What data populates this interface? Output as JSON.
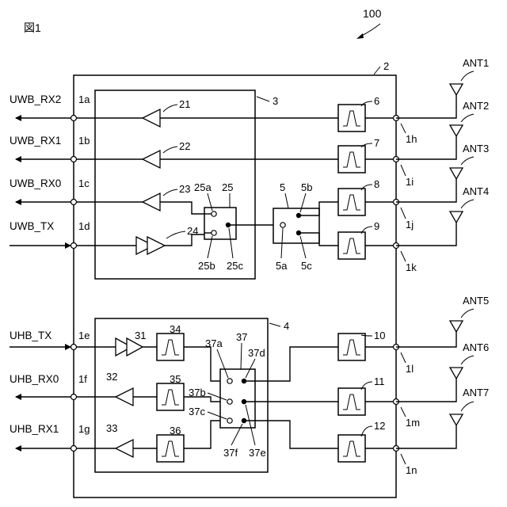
{
  "figure_label": "図1",
  "ref": {
    "device": "100",
    "module": "2",
    "uwb_ic": "3",
    "uhb_ic": "4",
    "switch5": "5",
    "switch5a": "5a",
    "switch5b": "5b",
    "switch5c": "5c",
    "switch25": "25",
    "switch25a": "25a",
    "switch25b": "25b",
    "switch25c": "25c",
    "switch37": "37",
    "switch37a": "37a",
    "switch37b": "37b",
    "switch37c": "37c",
    "switch37d": "37d",
    "switch37e": "37e",
    "switch37f": "37f"
  },
  "signals": {
    "uwb_rx2": "UWB_RX2",
    "uwb_rx1": "UWB_RX1",
    "uwb_rx0": "UWB_RX0",
    "uwb_tx": "UWB_TX",
    "uhb_tx": "UHB_TX",
    "uhb_rx0": "UHB_RX0",
    "uhb_rx1": "UHB_RX1"
  },
  "terminals": {
    "t1a": "1a",
    "t1b": "1b",
    "t1c": "1c",
    "t1d": "1d",
    "t1e": "1e",
    "t1f": "1f",
    "t1g": "1g",
    "t1h": "1h",
    "t1i": "1i",
    "t1j": "1j",
    "t1k": "1k",
    "t1l": "1l",
    "t1m": "1m",
    "t1n": "1n"
  },
  "antennas": {
    "ant1": "ANT1",
    "ant2": "ANT2",
    "ant3": "ANT3",
    "ant4": "ANT4",
    "ant5": "ANT5",
    "ant6": "ANT6",
    "ant7": "ANT7"
  },
  "amplifiers": {
    "a21": "21",
    "a22": "22",
    "a23": "23",
    "a24": "24",
    "a31": "31",
    "a32": "32",
    "a33": "33"
  },
  "filters": {
    "f6": "6",
    "f7": "7",
    "f8": "8",
    "f9": "9",
    "f10": "10",
    "f11": "11",
    "f12": "12",
    "f34": "34",
    "f35": "35",
    "f36": "36"
  }
}
